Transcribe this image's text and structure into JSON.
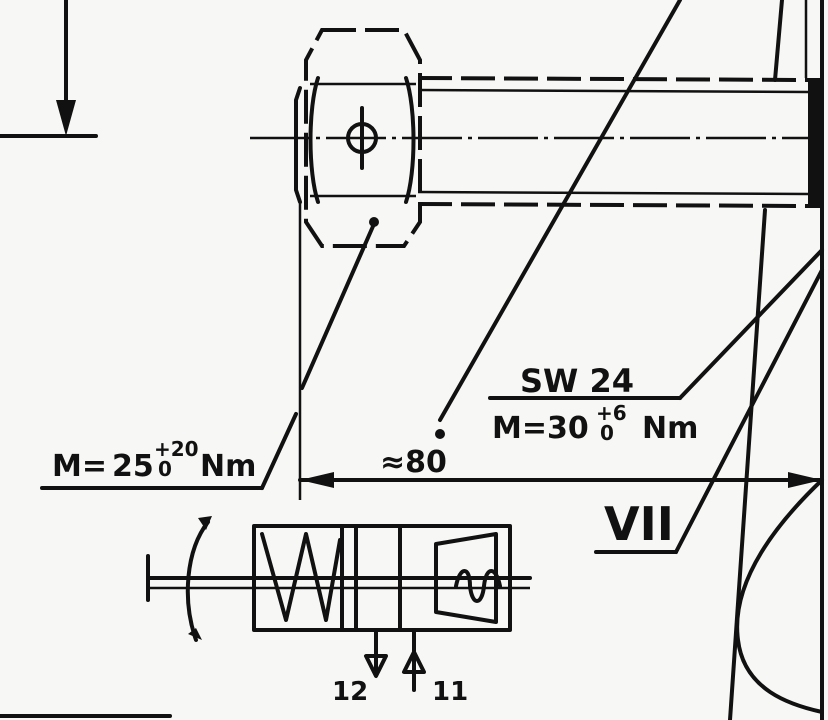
{
  "labels": {
    "torque_left_prefix": "M=",
    "torque_left_value": "25",
    "torque_left_tol_upper": "+20",
    "torque_left_tol_lower": "0",
    "torque_left_unit": "Nm",
    "approx_dimension": "≈80",
    "wrench_size": "SW 24",
    "torque_right_prefix": "M=30",
    "torque_right_tol_upper": "+6",
    "torque_right_tol_lower": "0",
    "torque_right_unit": "Nm",
    "section_mark": "VII",
    "port_left": "12",
    "port_right": "11"
  }
}
